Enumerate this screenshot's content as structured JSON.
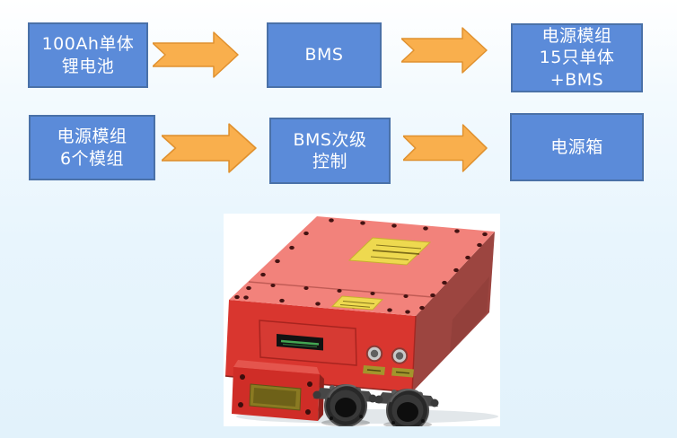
{
  "flow": {
    "rows": [
      {
        "boxes": [
          {
            "id": "cell",
            "lines": [
              "100Ah单体",
              "锂电池"
            ]
          },
          {
            "id": "bms",
            "lines": [
              "BMS"
            ]
          },
          {
            "id": "module15",
            "lines": [
              "电源模组",
              "15只单体",
              "+BMS"
            ]
          }
        ]
      },
      {
        "boxes": [
          {
            "id": "module6",
            "lines": [
              "电源模组",
              "6个模组"
            ]
          },
          {
            "id": "bms2",
            "lines": [
              "BMS次级",
              "控制"
            ]
          },
          {
            "id": "powerbox",
            "lines": [
              "电源箱"
            ]
          }
        ]
      }
    ]
  },
  "colors": {
    "bg_top": "#ffffff",
    "bg_bottom": "#e2f2fb",
    "box_fill": "#5b8bd9",
    "box_border": "#4a71a8",
    "box_text": "#ffffff",
    "arrow_fill": "#f9af4d",
    "arrow_border": "#e0912f",
    "photo_bg": "#ffffff",
    "device_body_red": "#d9362f",
    "device_top_red": "#f2827b",
    "device_side_red": "#9c4540",
    "device_label_yellow": "#eed94f",
    "device_indicator_green": "#43a552",
    "device_connector_gray": "#282828"
  }
}
